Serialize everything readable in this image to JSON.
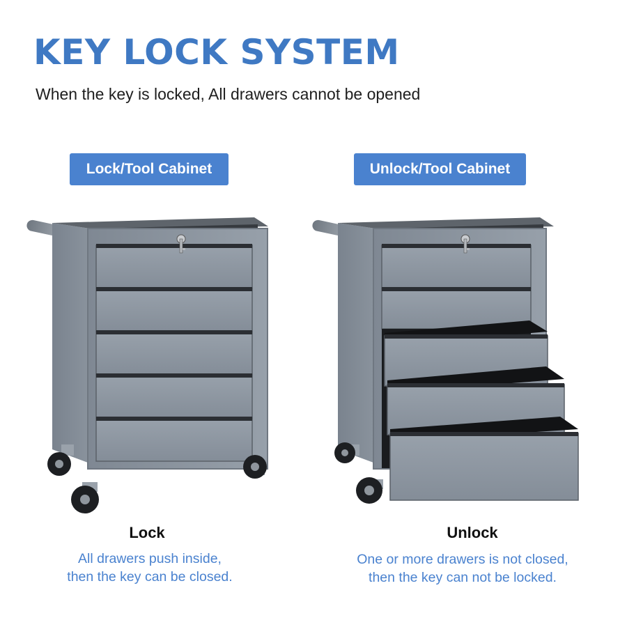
{
  "header": {
    "title": "KEY LOCK SYSTEM",
    "subtitle": "When the key is locked, All drawers cannot be opened"
  },
  "panels": [
    {
      "badge": "Lock/Tool Cabinet",
      "state": "Lock",
      "description_line1": "All drawers push inside,",
      "description_line2": "then the key can be closed.",
      "drawers_open": 0
    },
    {
      "badge": "Unlock/Tool Cabinet",
      "state": "Unlock",
      "description_line1": "One or more drawers is not closed,",
      "description_line2": "then the key can not be locked.",
      "drawers_open": 3
    }
  ],
  "colors": {
    "accent": "#4a82cf",
    "title": "#3f79c3",
    "cabinet_body": "#8a939e",
    "cabinet_top": "#3a3d42"
  },
  "icons": [
    "key-lock-icon",
    "tool-cabinet-icon",
    "caster-wheel-icon"
  ]
}
